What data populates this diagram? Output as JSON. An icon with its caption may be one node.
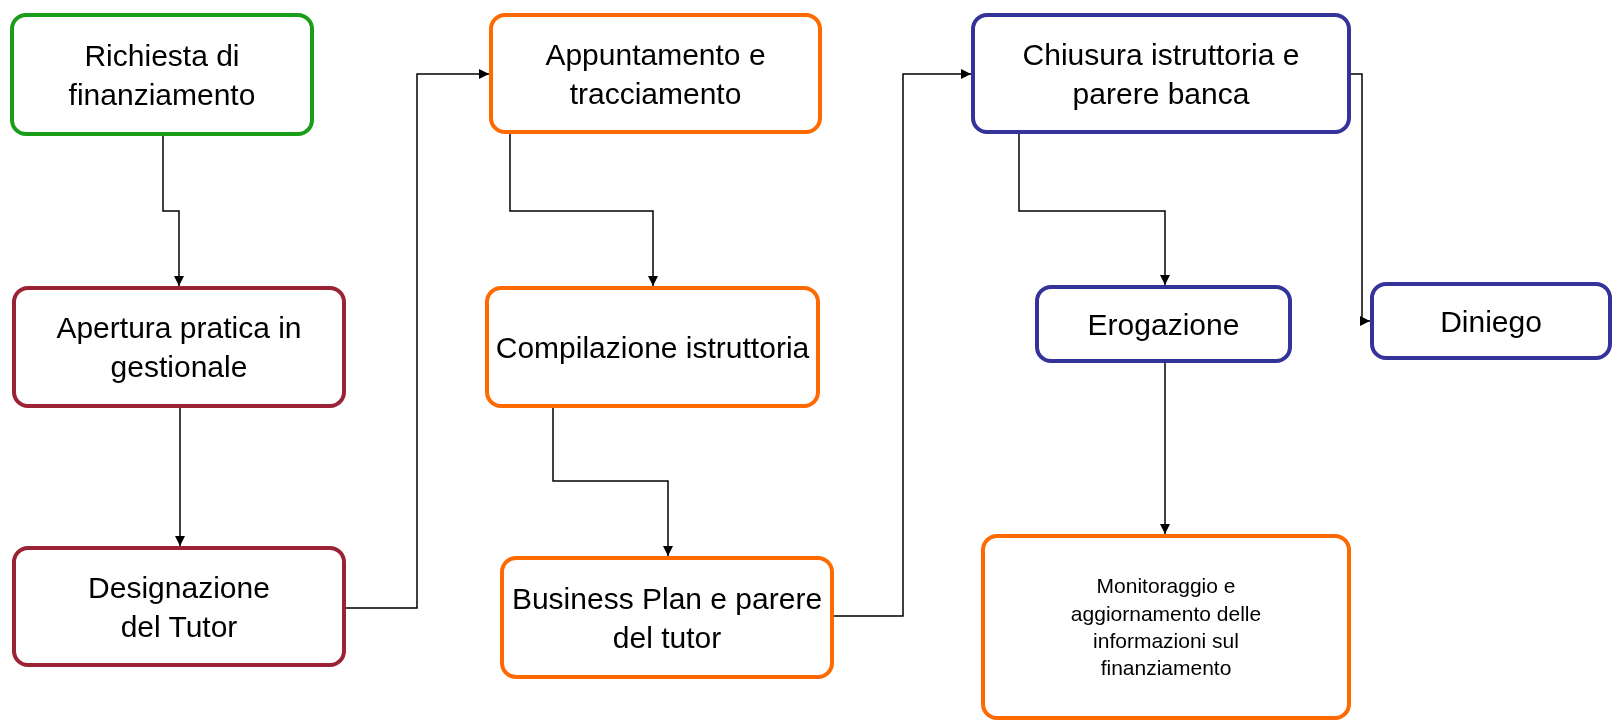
{
  "diagram": {
    "nodes": [
      {
        "text": [
          "Richiesta di finanziamento"
        ]
      },
      {
        "text": [
          "Apertura pratica in gestionale"
        ]
      },
      {
        "text": [
          "Designazione del Tutor"
        ]
      },
      {
        "text": [
          "Appuntamento e tracciamento"
        ]
      },
      {
        "text": [
          "Compilazione istruttoria"
        ]
      },
      {
        "text": [
          "Business Plan e parere del tutor"
        ]
      },
      {
        "text": [
          "Chiusura istruttoria e parere banca"
        ]
      },
      {
        "text": [
          "Erogazione"
        ]
      },
      {
        "text": [
          "Diniego"
        ]
      },
      {
        "text": [
          "Monitoraggio e aggiornamento delle informazioni sul finanziamento"
        ]
      }
    ],
    "edges": [
      {
        "from": 0,
        "to": 1,
        "arrow": "to"
      },
      {
        "from": 1,
        "to": 2,
        "arrow": "to"
      },
      {
        "from": 2,
        "to": 3,
        "arrow": "to"
      },
      {
        "from": 3,
        "to": 4,
        "arrow": "to"
      },
      {
        "from": 4,
        "to": 5,
        "arrow": "to"
      },
      {
        "from": 5,
        "to": 6,
        "arrow": "to"
      },
      {
        "from": 6,
        "to": 7,
        "arrow": "to"
      },
      {
        "from": 6,
        "to": 8,
        "arrow": "to"
      },
      {
        "from": 7,
        "to": 9,
        "arrow": "to"
      }
    ]
  }
}
